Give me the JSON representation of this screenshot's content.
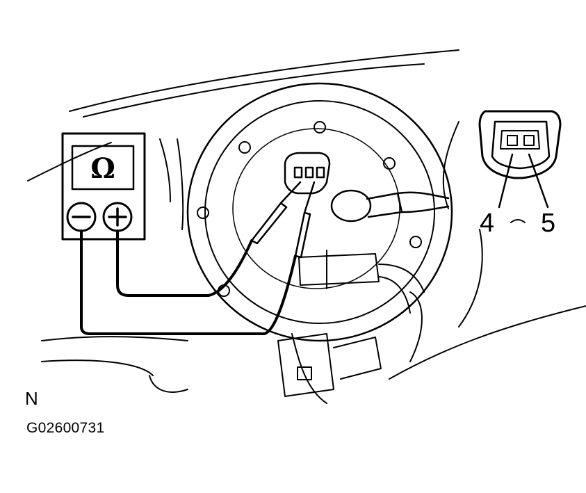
{
  "meter": {
    "symbol": "Ω",
    "negative_terminal": "−",
    "positive_terminal": "+"
  },
  "connector": {
    "pin_left": "4",
    "pin_right": "5"
  },
  "orientation": "N",
  "figure_id": "G02600731",
  "colors": {
    "ink": "#000000",
    "background": "#ffffff"
  }
}
